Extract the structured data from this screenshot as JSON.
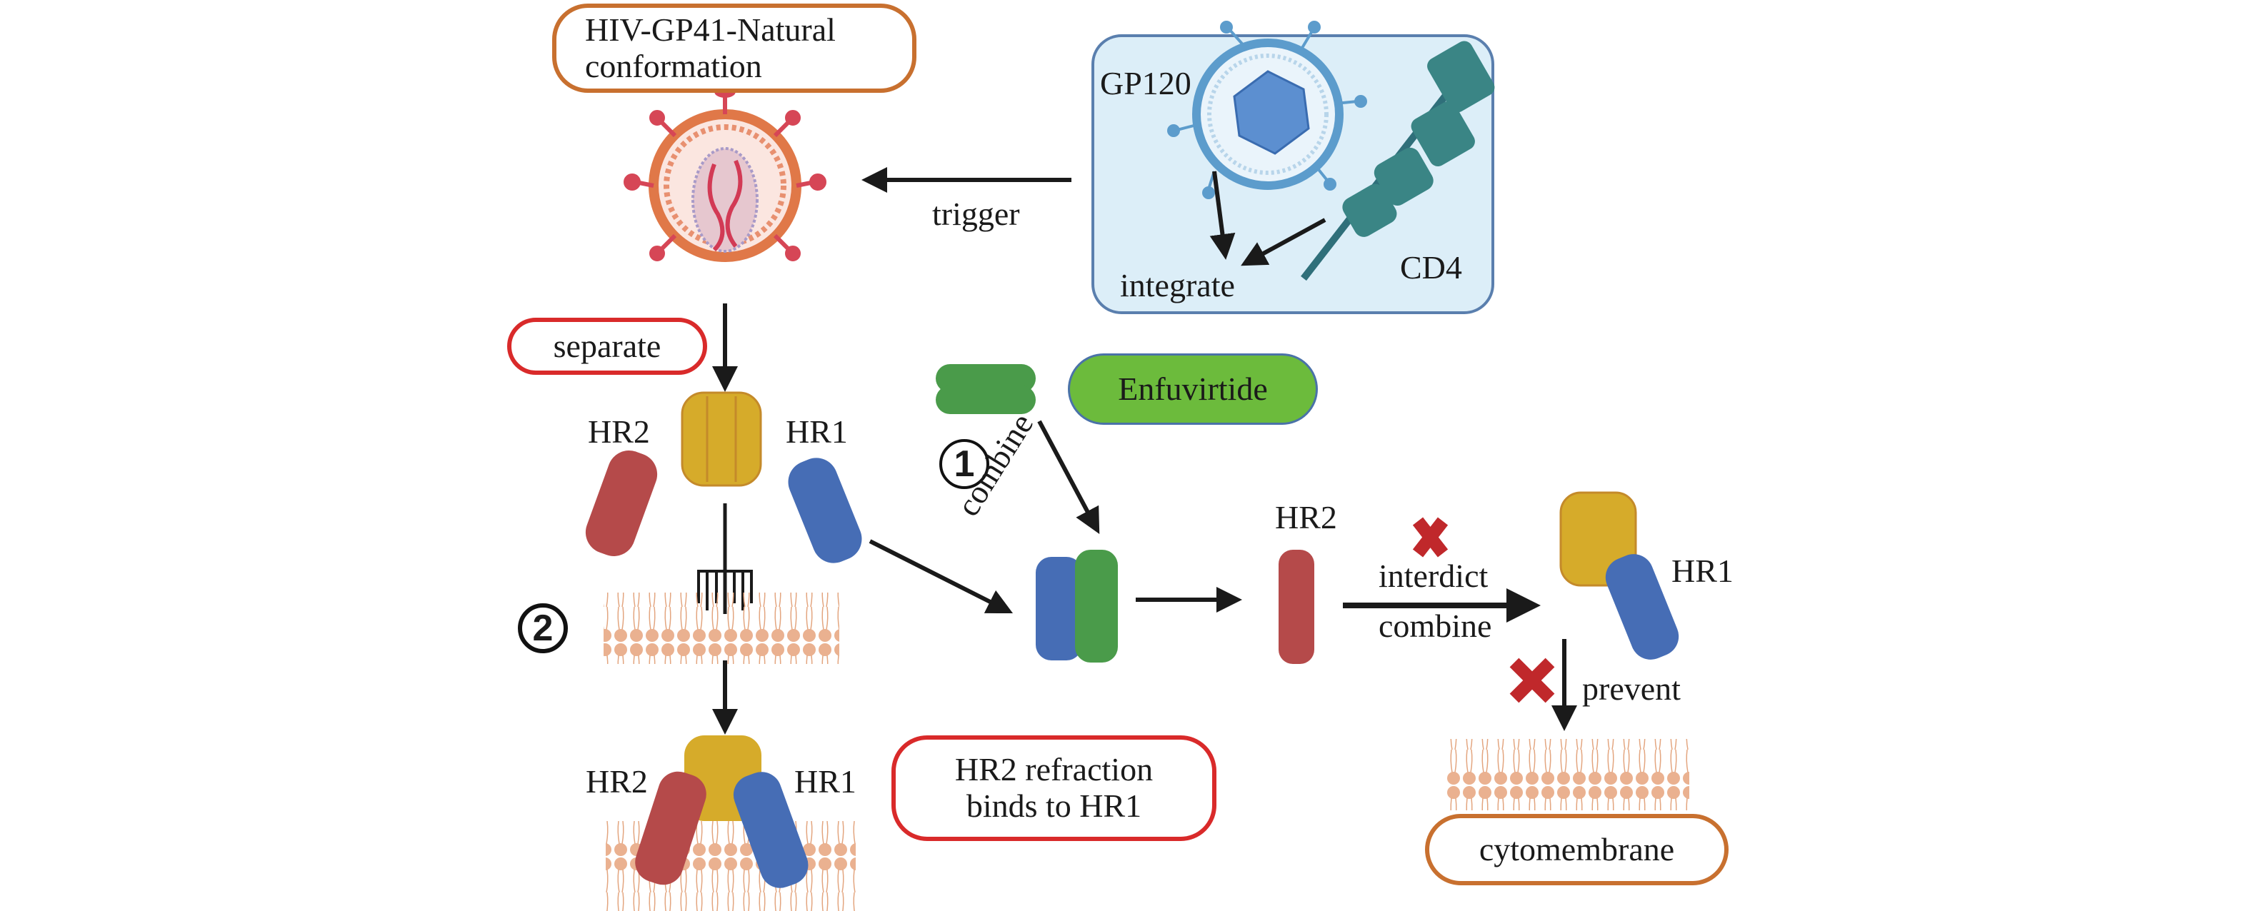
{
  "labels": {
    "hiv_natural": "HIV-GP41-Natural conformation",
    "trigger": "trigger",
    "gp120": "GP120",
    "integrate": "integrate",
    "cd4": "CD4",
    "separate": "separate",
    "enfuvirtide": "Enfuvirtide",
    "hr2_left": "HR2",
    "hr1_left": "HR1",
    "step1": "1",
    "step2": "2",
    "combine_diag": "combine",
    "hr2_mid": "HR2",
    "interdict": "interdict",
    "combine_mid": "combine",
    "hr1_right": "HR1",
    "prevent": "prevent",
    "cytomembrane": "cytomembrane",
    "hr2_bottom": "HR2",
    "hr1_bottom": "HR1",
    "hr2_refraction": "HR2 refraction binds to HR1"
  },
  "colors": {
    "orange_border": "#c8702f",
    "red_border": "#d92a2a",
    "enfuvirtide_fill": "#6cbb3c",
    "hr1_blue": "#466db5",
    "hr2_red": "#b54a4a",
    "gp41_yellow": "#d6ab2a",
    "enfuvirtide_green": "#4a9b4a",
    "cd4_teal": "#3a8585",
    "gp120_box": "#dceef8",
    "membrane": "#eab190",
    "cross_red": "#c0282b"
  }
}
